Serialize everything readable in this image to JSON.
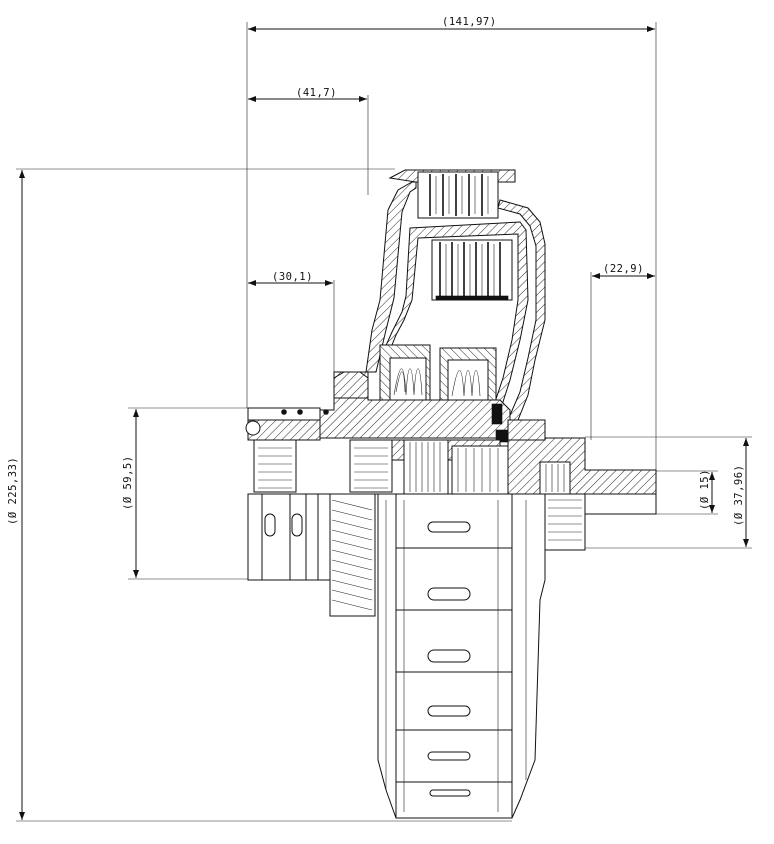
{
  "drawing": {
    "dimensions": {
      "overall_length": "(141,97)",
      "length_a": "(41,7)",
      "length_b": "(30,1)",
      "shaft_length": "(22,9)",
      "outer_diameter": "(Ø 225,33)",
      "inner_diameter": "(Ø 59,5)",
      "shaft_diameter": "(Ø 15)",
      "hub_diameter": "(Ø 37,96)"
    }
  }
}
